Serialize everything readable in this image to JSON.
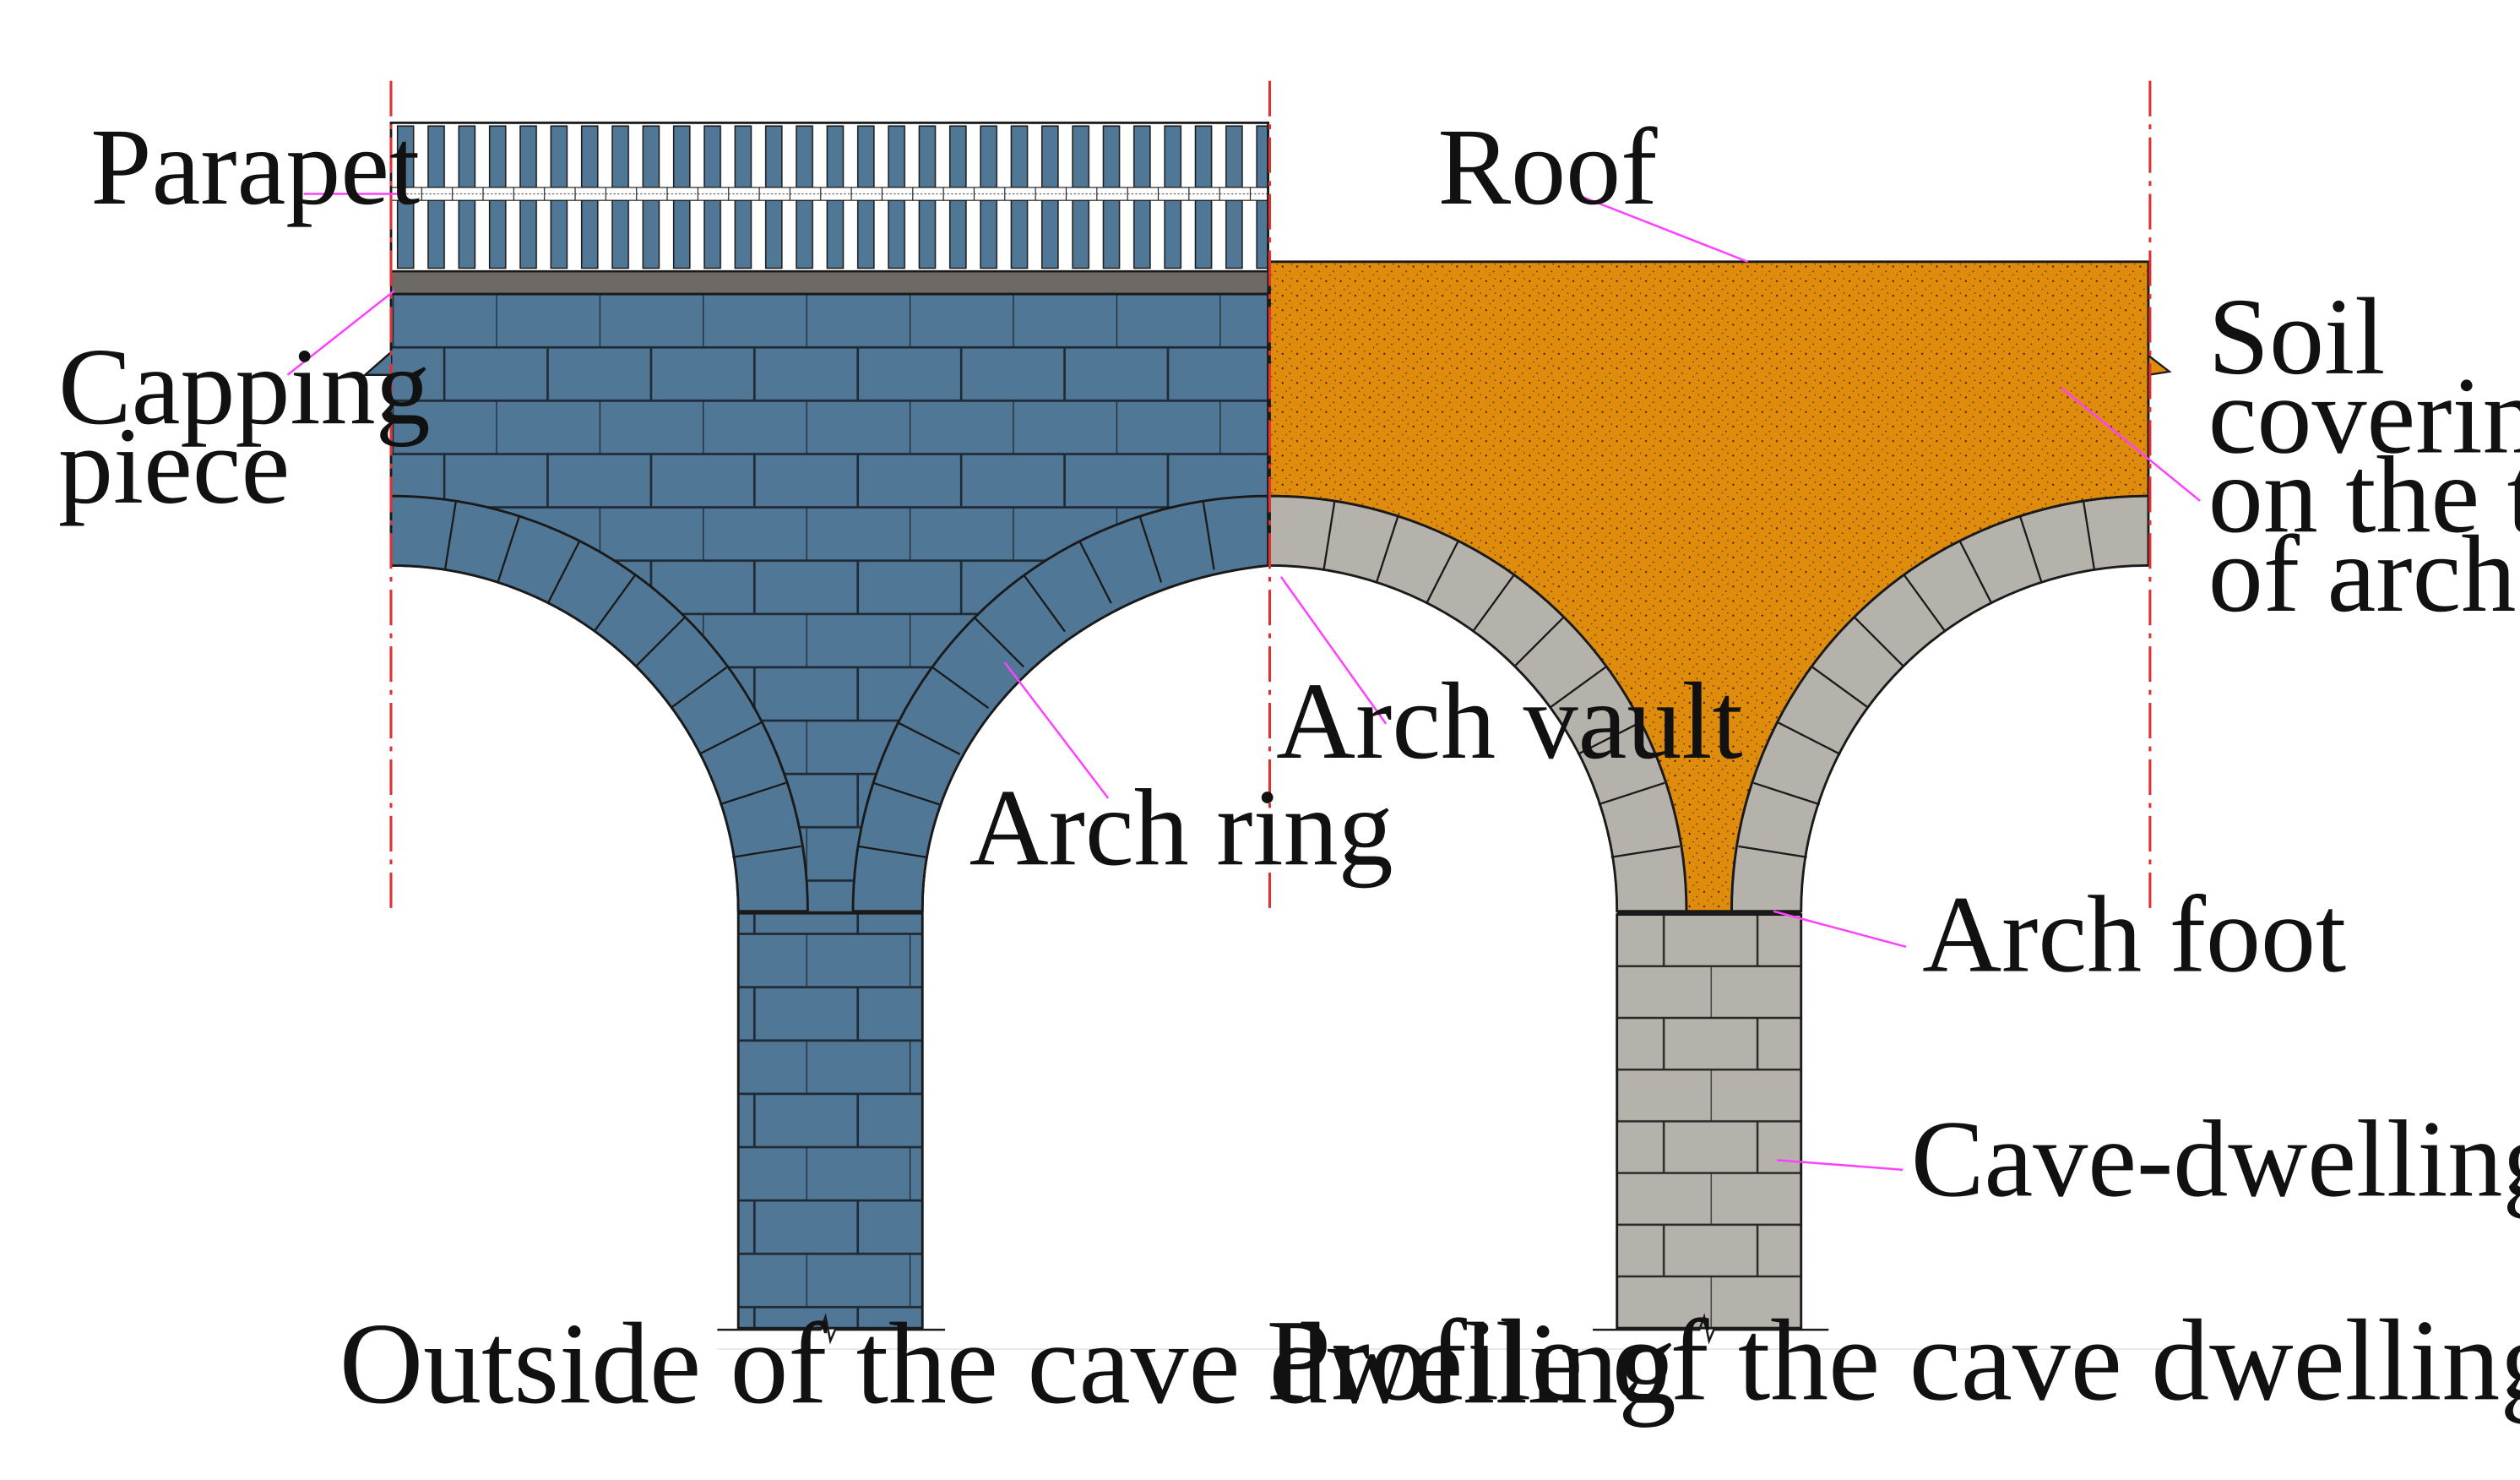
{
  "labels": {
    "parapet": "Parapet",
    "capping_line1": "Capping",
    "capping_line2": "piece",
    "roof": "Roof",
    "soil_line1": "Soil",
    "soil_line2": "covering",
    "soil_line3": "on the top",
    "soil_line4": "of arch",
    "arch_vault": "Arch vault",
    "arch_ring": "Arch ring",
    "arch_foot": "Arch foot",
    "leg": "Cave-dwelling leg"
  },
  "captions": {
    "outside": "Outside of the cave dwelling",
    "profile": "Profile of the cave dwelling"
  },
  "colors": {
    "brick_blue": "#507896",
    "stone_grey": "#b4b2aa",
    "soil_orange": "#df8b0c",
    "capping_dark": "#6d6a66",
    "centerline_red": "#e03030",
    "leader_pink": "#ff40ff",
    "outline": "#1a1a1a"
  }
}
